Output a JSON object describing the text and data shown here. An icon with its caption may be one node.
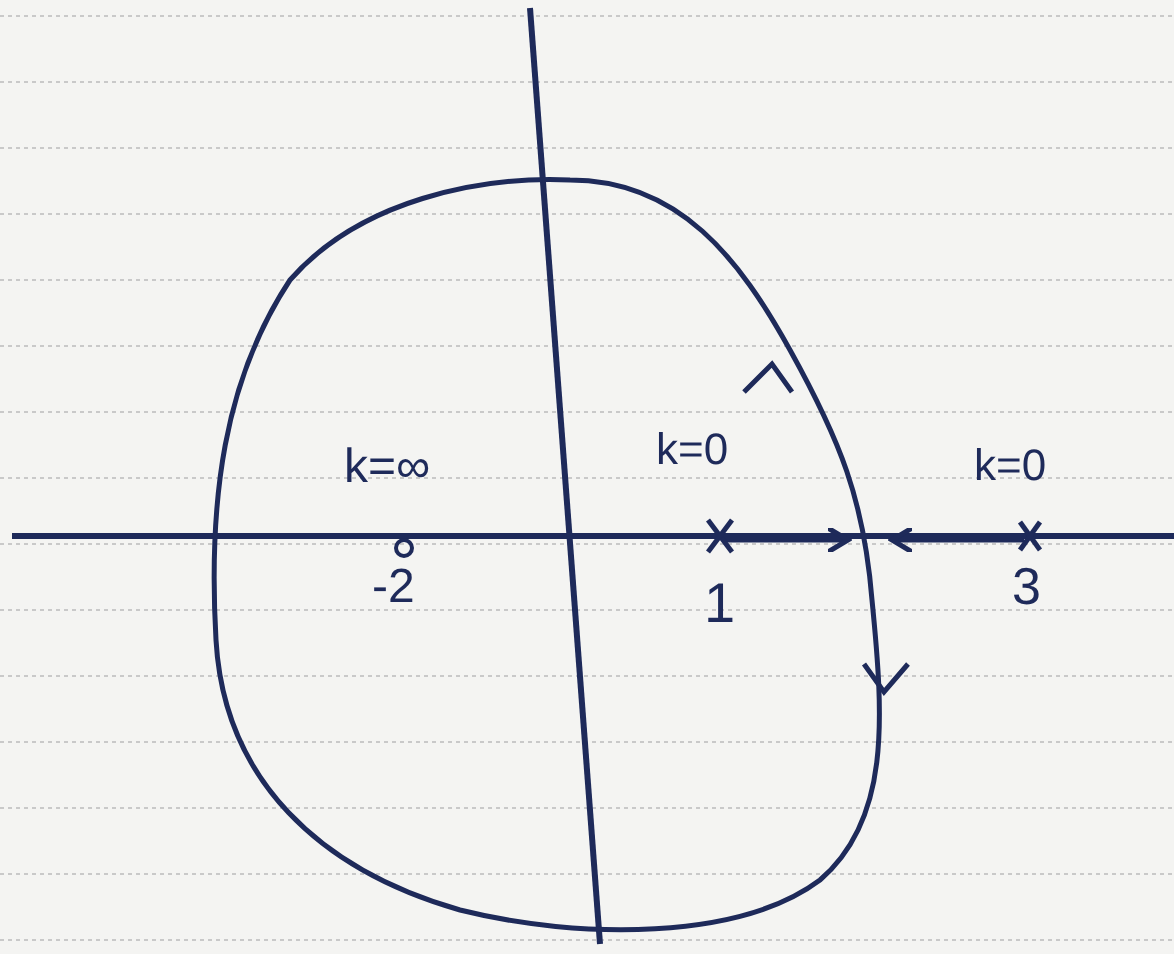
{
  "diagram": {
    "labels": [
      "k=∞",
      "k=0",
      "k=0",
      "-2",
      "1",
      "3"
    ]
  }
}
